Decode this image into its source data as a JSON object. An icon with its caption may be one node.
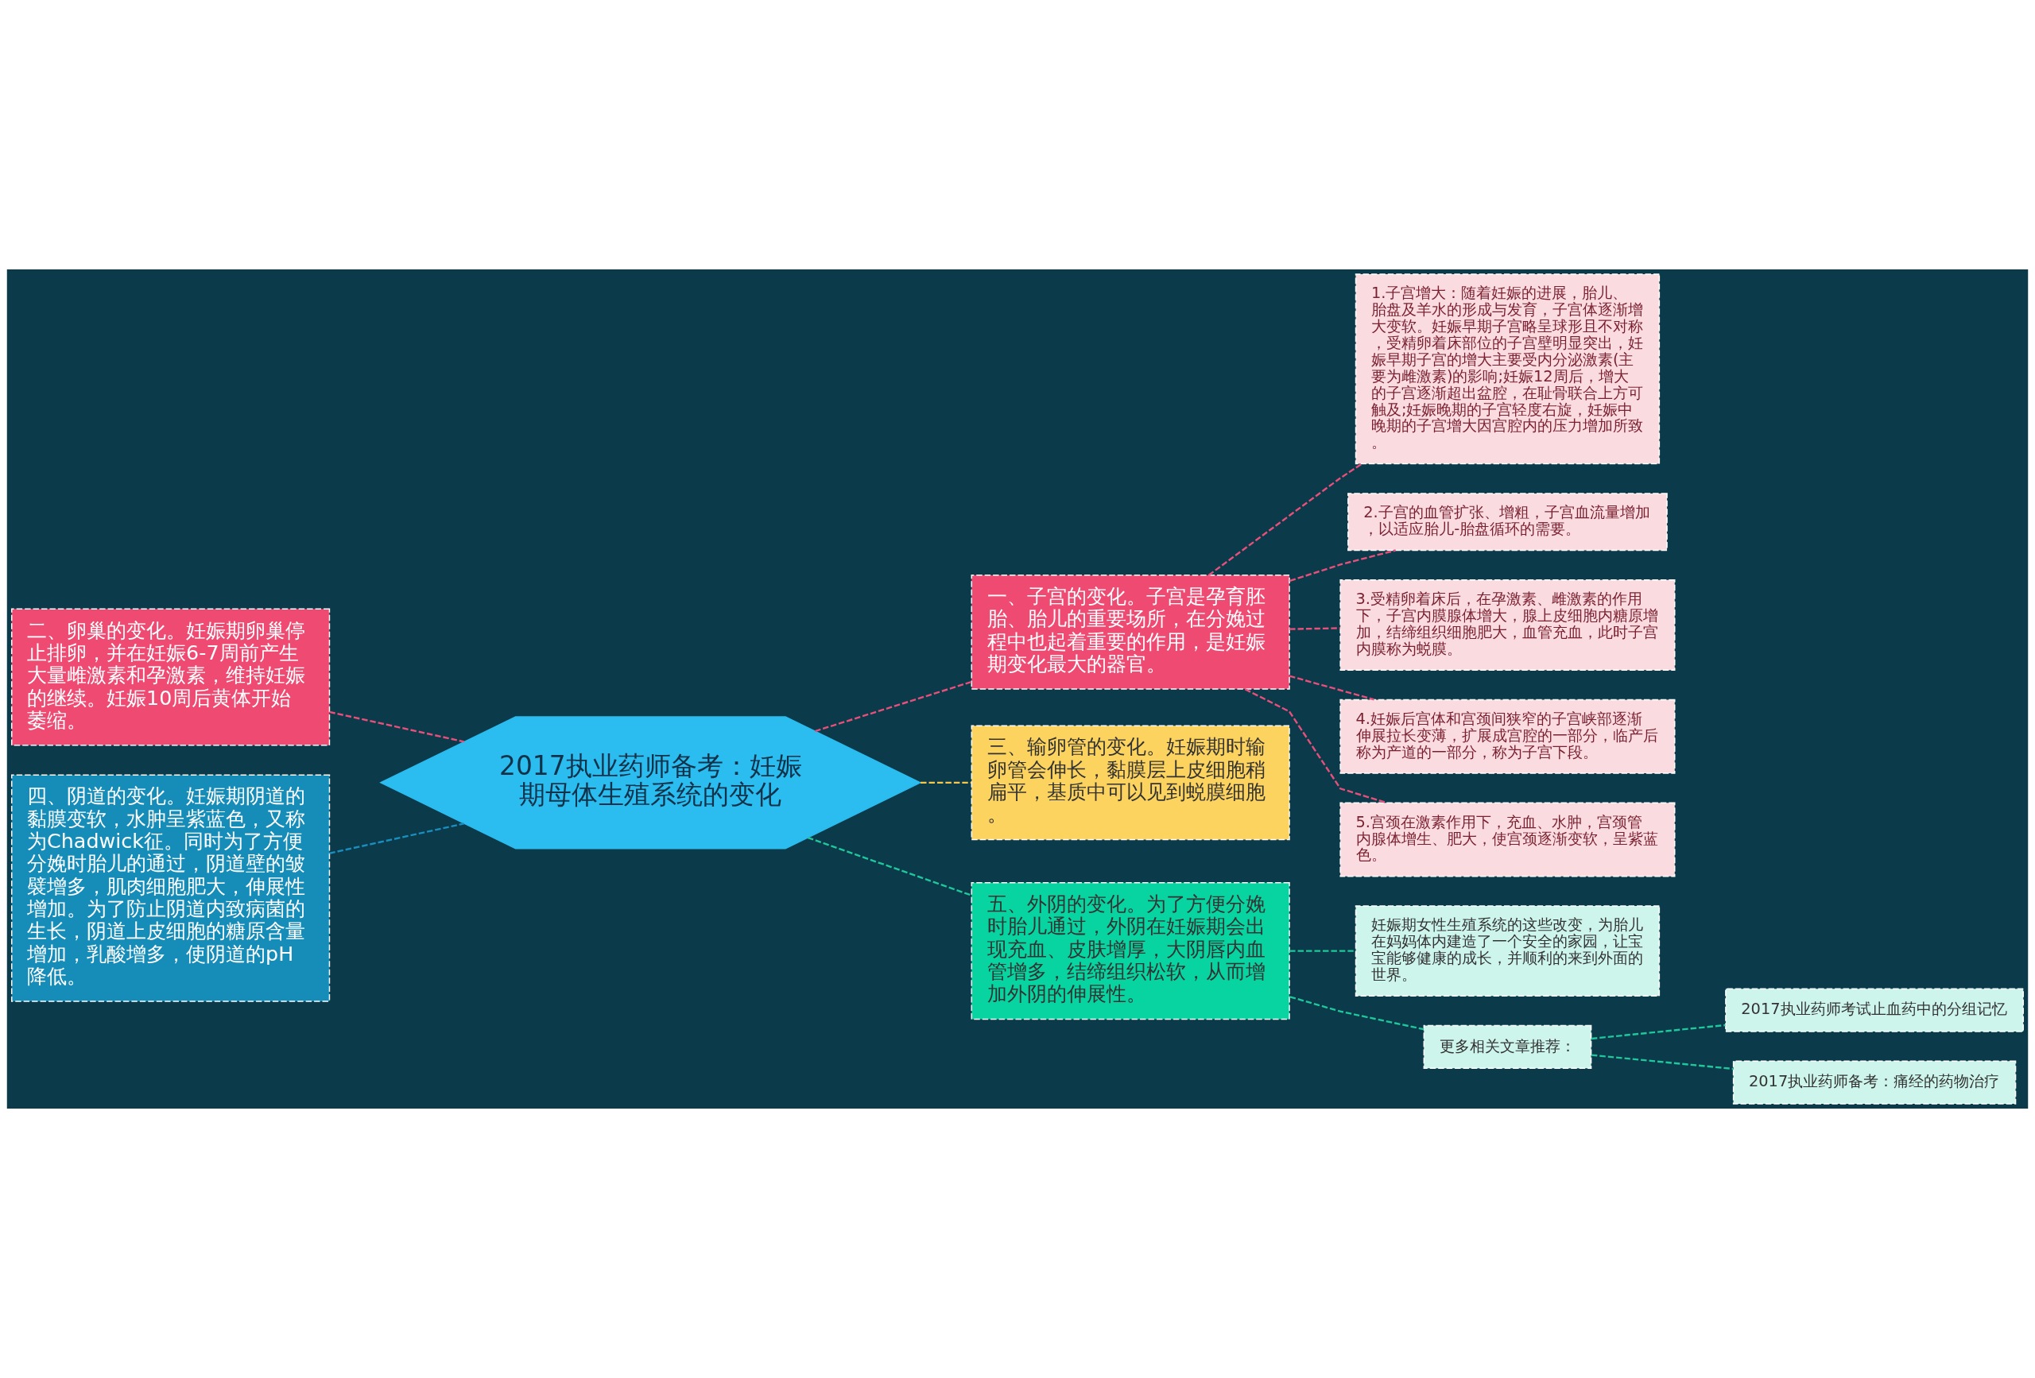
{
  "diagram": {
    "nodes": [
      {
        "text": [
          "2017执业药师备考：妊娠期母体生殖系统的变化"
        ]
      },
      {
        "text": [
          "一、子宫的变化。子宫是孕育胚胎、胎儿的重要场所，在分娩过程中也起着重要的作用，是妊娠期变化最大的器官。"
        ]
      },
      {
        "text": [
          "1.子宫增大：随着妊娠的进展，胎儿、胎盘及羊水的形成与发育，子宫体逐渐增大变软。妊娠早期子宫略呈球形且不对称，受精卵着床部位的子宫壁明显突出，妊娠早期子宫的增大主要受内分泌激素(主要为雌激素)的影响;妊娠12周后，增大的子宫逐渐超出盆腔，在耻骨联合上方可触及;妊娠晚期的子宫轻度右旋，妊娠中晚期的子宫增大因宫腔内的压力增加所致。"
        ]
      },
      {
        "text": [
          "2.子宫的血管扩张、增粗，子宫血流量增加，以适应胎儿-胎盘循环的需要。"
        ]
      },
      {
        "text": [
          "3.受精卵着床后，在孕激素、雌激素的作用下，子宫内膜腺体增大，腺上皮细胞内糖原增加，结缔组织细胞肥大，血管充血，此时子宫内膜称为蜕膜。"
        ]
      },
      {
        "text": [
          "4.妊娠后宫体和宫颈间狭窄的子宫峡部逐渐伸展拉长变薄，扩展成宫腔的一部分，临产后称为产道的一部分，称为子宫下段。"
        ]
      },
      {
        "text": [
          "5.宫颈在激素作用下，充血、水肿，宫颈管内腺体增生、肥大，使宫颈逐渐变软，呈紫蓝色。"
        ]
      },
      {
        "text": [
          "三、输卵管的变化。妊娠期时输卵管会伸长，黏膜层上皮细胞稍扁平，基质中可以见到蜕膜细胞。"
        ]
      },
      {
        "text": [
          "五、外阴的变化。为了方便分娩时胎儿通过，外阴在妊娠期会出现充血、皮肤增厚，大阴唇内血管增多，结缔组织松软，从而增加外阴的伸展性。"
        ]
      },
      {
        "text": [
          "妊娠期女性生殖系统的这些改变，为胎儿在妈妈体内建造了一个安全的家园，让宝宝能够健康的成长，并顺利的来到外面的世界。"
        ]
      },
      {
        "text": [
          "更多相关文章推荐："
        ]
      },
      {
        "text": [
          "2017执业药师考试止血药中的分组记忆"
        ]
      },
      {
        "text": [
          "2017执业药师备考：痛经的药物治疗"
        ]
      },
      {
        "text": [
          "二、卵巢的变化。妊娠期卵巢停止排卵，并在妊娠6-7周前产生大量雌激素和孕激素，维持妊娠的继续。妊娠10周后黄体开始萎缩。"
        ]
      },
      {
        "text": [
          "四、阴道的变化。妊娠期阴道的黏膜变软，水肿呈紫蓝色，又称为Chadwick征。同时为了方便分娩时胎儿的通过，阴道壁的皱襞增多，肌肉细胞肥大，伸展性增加。为了防止阴道内致病菌的生长，阴道上皮细胞的糖原含量增加，乳酸增多，使阴道的pH降低。"
        ]
      }
    ],
    "edges": [
      {
        "from": 0,
        "to": 1,
        "arrow": "none",
        "style": "dashed"
      },
      {
        "from": 1,
        "to": 2,
        "arrow": "none",
        "style": "dashed"
      },
      {
        "from": 1,
        "to": 3,
        "arrow": "none",
        "style": "dashed"
      },
      {
        "from": 1,
        "to": 4,
        "arrow": "none",
        "style": "dashed"
      },
      {
        "from": 1,
        "to": 5,
        "arrow": "none",
        "style": "dashed"
      },
      {
        "from": 1,
        "to": 6,
        "arrow": "none",
        "style": "dashed"
      },
      {
        "from": 0,
        "to": 7,
        "arrow": "none",
        "style": "dashed",
        "color": "#f5c84c"
      },
      {
        "from": 0,
        "to": 8,
        "arrow": "none",
        "style": "dashed",
        "color": "#1fc79b"
      },
      {
        "from": 8,
        "to": 9,
        "arrow": "none",
        "style": "dashed",
        "color": "#1fc79b"
      },
      {
        "from": 8,
        "to": 10,
        "arrow": "none",
        "style": "dashed",
        "color": "#1fc79b"
      },
      {
        "from": 10,
        "to": 11,
        "arrow": "none",
        "style": "dashed",
        "color": "#1fc79b"
      },
      {
        "from": 10,
        "to": 12,
        "arrow": "none",
        "style": "dashed",
        "color": "#1fc79b"
      },
      {
        "from": 0,
        "to": 13,
        "arrow": "none",
        "style": "dashed"
      },
      {
        "from": 0,
        "to": 14,
        "arrow": "none",
        "style": "dashed",
        "color": "#1a8fbf"
      }
    ]
  }
}
